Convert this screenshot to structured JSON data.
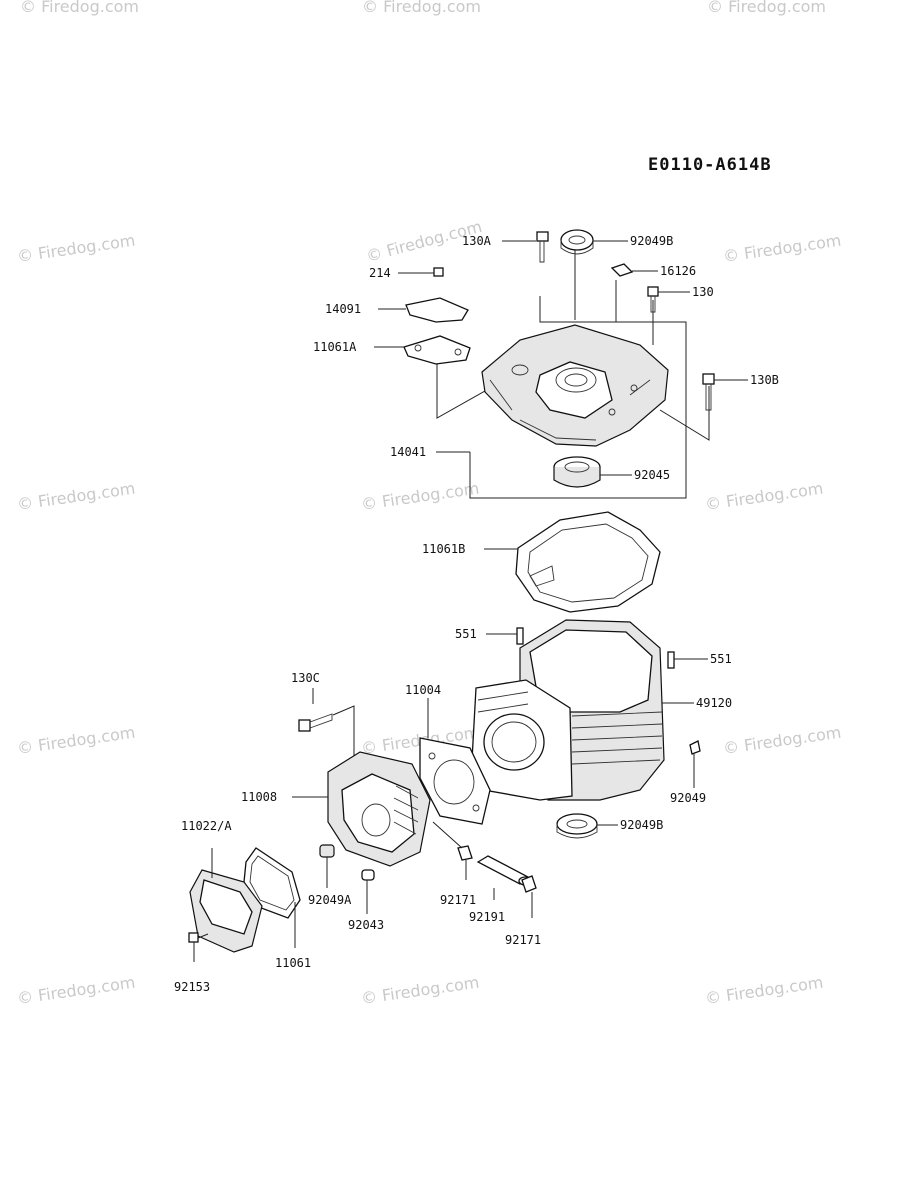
{
  "diagram_code": "E0110-A614B",
  "watermark": "© Firedog.com",
  "parts": [
    {
      "id": "p-130a",
      "label": "130A"
    },
    {
      "id": "p-92049b-top",
      "label": "92049B"
    },
    {
      "id": "p-214",
      "label": "214"
    },
    {
      "id": "p-16126",
      "label": "16126"
    },
    {
      "id": "p-130",
      "label": "130"
    },
    {
      "id": "p-14091",
      "label": "14091"
    },
    {
      "id": "p-11061a",
      "label": "11061A"
    },
    {
      "id": "p-130b",
      "label": "130B"
    },
    {
      "id": "p-14041",
      "label": "14041"
    },
    {
      "id": "p-92045",
      "label": "92045"
    },
    {
      "id": "p-11061b",
      "label": "11061B"
    },
    {
      "id": "p-551-left",
      "label": "551"
    },
    {
      "id": "p-551-right",
      "label": "551"
    },
    {
      "id": "p-130c",
      "label": "130C"
    },
    {
      "id": "p-11004",
      "label": "11004"
    },
    {
      "id": "p-49120",
      "label": "49120"
    },
    {
      "id": "p-11008",
      "label": "11008"
    },
    {
      "id": "p-92049",
      "label": "92049"
    },
    {
      "id": "p-11022a",
      "label": "11022/A"
    },
    {
      "id": "p-92049b-bottom",
      "label": "92049B"
    },
    {
      "id": "p-92049a",
      "label": "92049A"
    },
    {
      "id": "p-92171-left",
      "label": "92171"
    },
    {
      "id": "p-92043",
      "label": "92043"
    },
    {
      "id": "p-92191",
      "label": "92191"
    },
    {
      "id": "p-11061",
      "label": "11061"
    },
    {
      "id": "p-92171-right",
      "label": "92171"
    },
    {
      "id": "p-92153",
      "label": "92153"
    }
  ]
}
